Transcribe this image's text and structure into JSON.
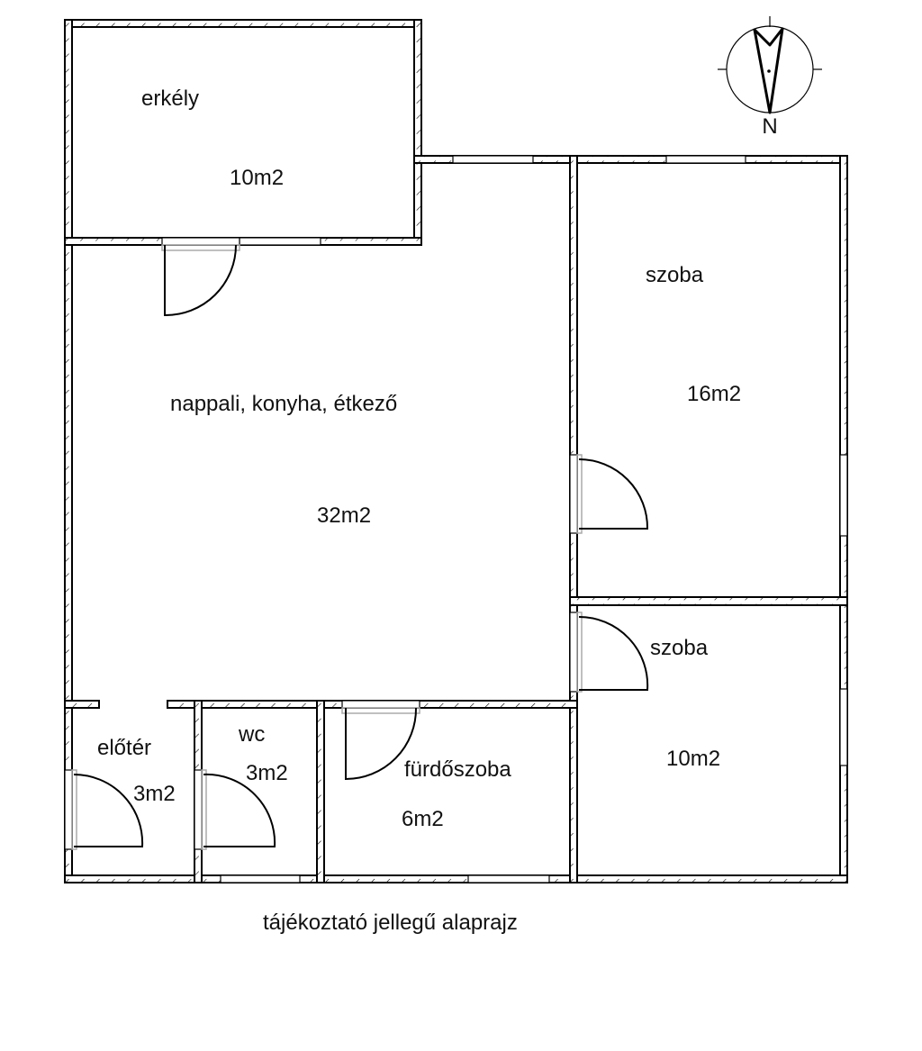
{
  "title": "tájékoztató jellegű alaprajz",
  "compass": {
    "label": "N"
  },
  "rooms": {
    "balcony": {
      "name": "erkély",
      "area": "10m2"
    },
    "living": {
      "name": "nappali, konyha, étkező",
      "area": "32m2"
    },
    "room1": {
      "name": "szoba",
      "area": "16m2"
    },
    "room2": {
      "name": "szoba",
      "area": "10m2"
    },
    "hall": {
      "name": "előtér",
      "area": "3m2"
    },
    "wc": {
      "name": "wc",
      "area": "3m2"
    },
    "bathroom": {
      "name": "fürdőszoba",
      "area": "6m2"
    }
  }
}
